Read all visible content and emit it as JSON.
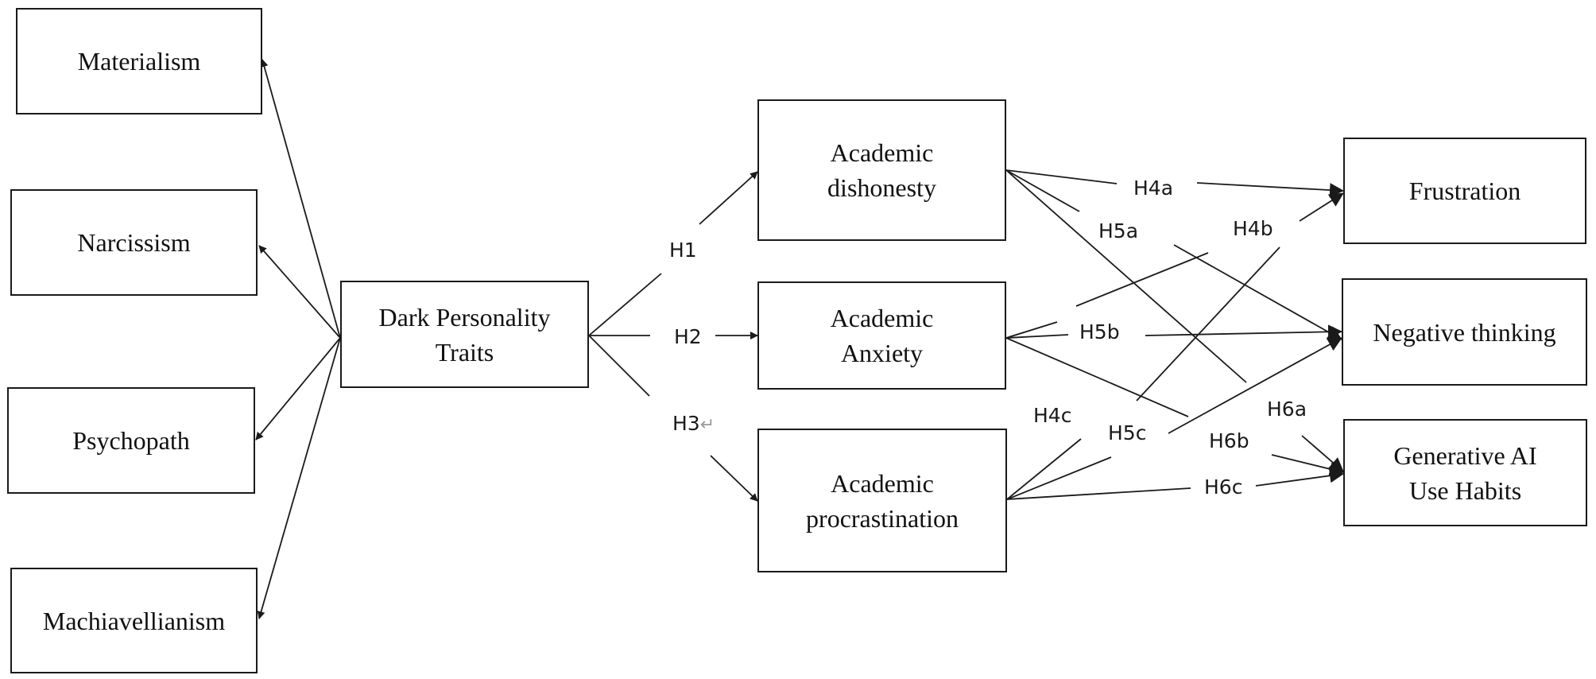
{
  "nodes": {
    "materialism": "Materialism",
    "narcissism": "Narcissism",
    "psychopath": "Psychopath",
    "machiavellianism": "Machiavellianism",
    "dark_traits": "Dark Personality\nTraits",
    "academic_dishonesty": "Academic\ndishonesty",
    "academic_anxiety": "Academic\nAnxiety",
    "academic_procrastination": "Academic\nprocrastination",
    "frustration": "Frustration",
    "negative_thinking": "Negative thinking",
    "generative_ai": "Generative AI\nUse Habits"
  },
  "paths": {
    "h1": "H1",
    "h2": "H2",
    "h3": "H3",
    "h3_mark": "↵",
    "h4a": "H4a",
    "h4b": "H4b",
    "h4c": "H4c",
    "h5a": "H5a",
    "h5b": "H5b",
    "h5c": "H5c",
    "h6a": "H6a",
    "h6b": "H6b",
    "h6c": "H6c"
  },
  "colors": {
    "line": "#1a1a1a",
    "background": "#ffffff"
  }
}
